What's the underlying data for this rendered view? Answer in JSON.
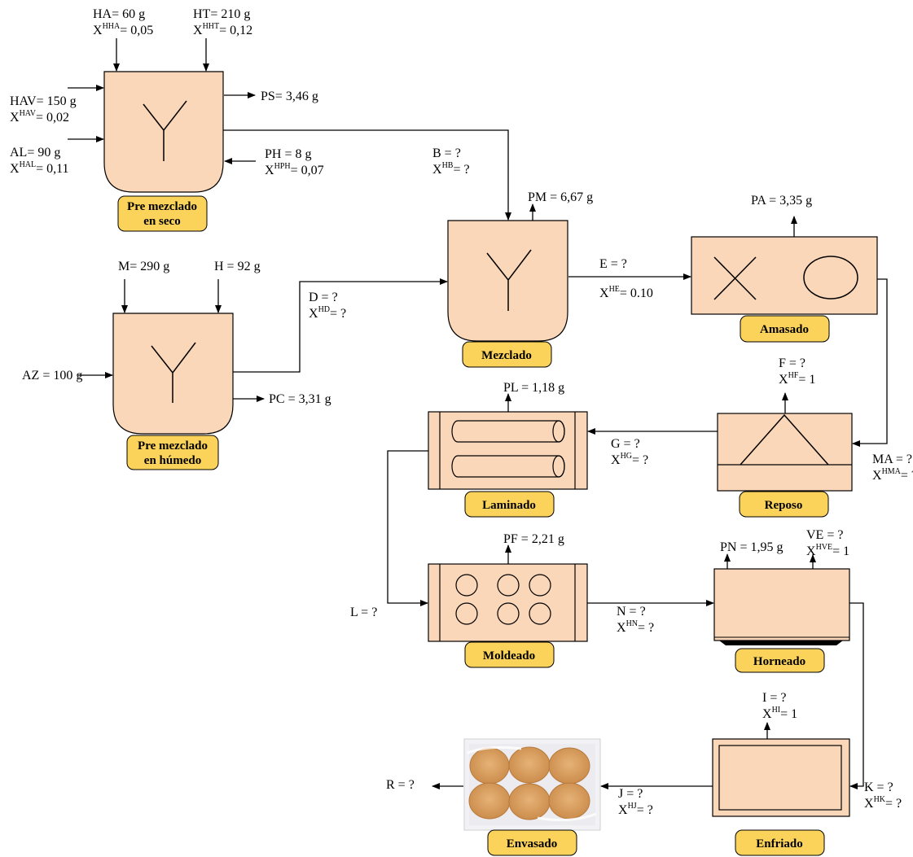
{
  "units": {
    "premezclado_seco": "Pre mezclado\nen seco",
    "premezclado_humedo": "Pre mezclado\nen húmedo",
    "mezclado": "Mezclado",
    "amasado": "Amasado",
    "reposo": "Reposo",
    "laminado": "Laminado",
    "moldeado": "Moldeado",
    "horneado": "Horneado",
    "enfriado": "Enfriado",
    "envasado": "Envasado"
  },
  "streams": {
    "ha": {
      "main": "HA= 60 g",
      "x_sup": "HHA",
      "x_val": "= 0,05"
    },
    "ht": {
      "main": "HT= 210 g",
      "x_sup": "HHT",
      "x_val": "= 0,12"
    },
    "hav": {
      "main": "HAV= 150 g",
      "x_sup": "HAV",
      "x_val": "= 0,02"
    },
    "al": {
      "main": "AL= 90 g",
      "x_sup": "HAL",
      "x_val": "= 0,11"
    },
    "ps": {
      "main": "PS= 3,46 g"
    },
    "ph": {
      "main": "PH = 8 g",
      "x_sup": "HPH",
      "x_val": "= 0,07"
    },
    "b": {
      "main": "B = ?",
      "x_sup": "HB",
      "x_val": "= ?"
    },
    "pm": {
      "main": "PM = 6,67 g"
    },
    "pa": {
      "main": "PA = 3,35 g"
    },
    "m": {
      "main": "M= 290 g"
    },
    "h": {
      "main": "H = 92 g"
    },
    "d": {
      "main": "D = ?",
      "x_sup": "HD",
      "x_val": "= ?"
    },
    "e": {
      "main": "E = ?",
      "x_sup": "HE",
      "x_val": "= 0.10"
    },
    "az": {
      "main": "AZ = 100 g"
    },
    "pc": {
      "main": "PC = 3,31 g"
    },
    "f": {
      "main": "F = ?",
      "x_sup": "HF",
      "x_val": "= 1"
    },
    "pl": {
      "main": "PL = 1,18 g"
    },
    "g": {
      "main": "G = ?",
      "x_sup": "HG",
      "x_val": "= ?"
    },
    "ma": {
      "main": "MA = ?",
      "x_sup": "HMA",
      "x_val": "= ?"
    },
    "pf": {
      "main": "PF = 2,21 g"
    },
    "pn": {
      "main": "PN = 1,95 g"
    },
    "ve": {
      "main": "VE = ?",
      "x_sup": "HVE",
      "x_val": "= 1"
    },
    "l": {
      "main": "L = ?"
    },
    "n": {
      "main": "N = ?",
      "x_sup": "HN",
      "x_val": "= ?"
    },
    "i": {
      "main": "I = ?",
      "x_sup": "HI",
      "x_val": "= 1"
    },
    "r": {
      "main": "R = ?"
    },
    "j": {
      "main": "J = ?",
      "x_sup": "HJ",
      "x_val": "= ?"
    },
    "k": {
      "main": "K = ?",
      "x_sup": "HK",
      "x_val": "= ?"
    }
  },
  "x_symbol": "X",
  "colors": {
    "unit_fill": "#fad7b8",
    "tag_fill": "#fbd35a",
    "line": "#000000",
    "cookie": "#d79a5a"
  }
}
